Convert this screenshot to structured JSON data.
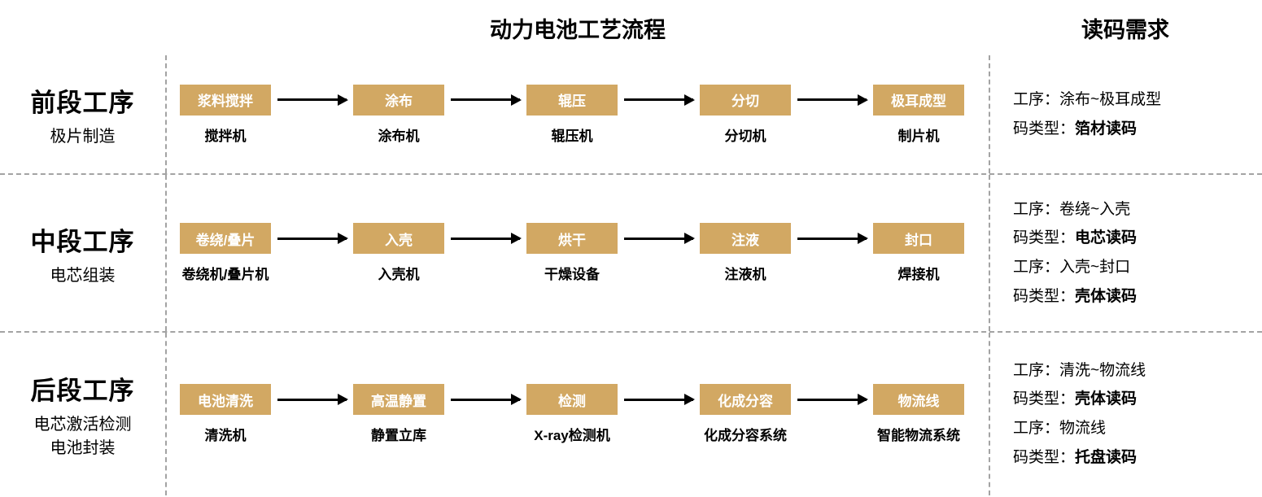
{
  "colors": {
    "box_fill": "#d2a863",
    "box_text": "#ffffff",
    "divider_dashed": "#a3a3a3",
    "arrow": "#000000"
  },
  "header": {
    "flow_title": "动力电池工艺流程",
    "requirements_title": "读码需求"
  },
  "rows": [
    {
      "stage_title": "前段工序",
      "stage_subtitle_1": "极片制造",
      "steps": [
        {
          "box": "浆料搅拌",
          "machine": "搅拌机"
        },
        {
          "box": "涂布",
          "machine": "涂布机"
        },
        {
          "box": "辊压",
          "machine": "辊压机"
        },
        {
          "box": "分切",
          "machine": "分切机"
        },
        {
          "box": "极耳成型",
          "machine": "制片机"
        }
      ],
      "requirements": [
        {
          "process_line": "工序：涂布~极耳成型",
          "code_prefix": "码类型：",
          "code_type": "箔材读码"
        }
      ]
    },
    {
      "stage_title": "中段工序",
      "stage_subtitle_1": "电芯组装",
      "steps": [
        {
          "box": "卷绕/叠片",
          "machine": "卷绕机/叠片机"
        },
        {
          "box": "入壳",
          "machine": "入壳机"
        },
        {
          "box": "烘干",
          "machine": "干燥设备"
        },
        {
          "box": "注液",
          "machine": "注液机"
        },
        {
          "box": "封口",
          "machine": "焊接机"
        }
      ],
      "requirements": [
        {
          "process_line": "工序：卷绕~入壳",
          "code_prefix": "码类型：",
          "code_type": "电芯读码"
        },
        {
          "process_line": "工序：入壳~封口",
          "code_prefix": "码类型：",
          "code_type": "壳体读码"
        }
      ]
    },
    {
      "stage_title": "后段工序",
      "stage_subtitle_1": "电芯激活检测",
      "stage_subtitle_2": "电池封装",
      "steps": [
        {
          "box": "电池清洗",
          "machine": "清洗机"
        },
        {
          "box": "高温静置",
          "machine": "静置立库"
        },
        {
          "box": "检测",
          "machine": "X-ray检测机"
        },
        {
          "box": "化成分容",
          "machine": "化成分容系统"
        },
        {
          "box": "物流线",
          "machine": "智能物流系统"
        }
      ],
      "requirements": [
        {
          "process_line": "工序：清洗~物流线",
          "code_prefix": "码类型：",
          "code_type": "壳体读码"
        },
        {
          "process_line": "工序：物流线",
          "code_prefix": "码类型：",
          "code_type": "托盘读码"
        }
      ]
    }
  ]
}
